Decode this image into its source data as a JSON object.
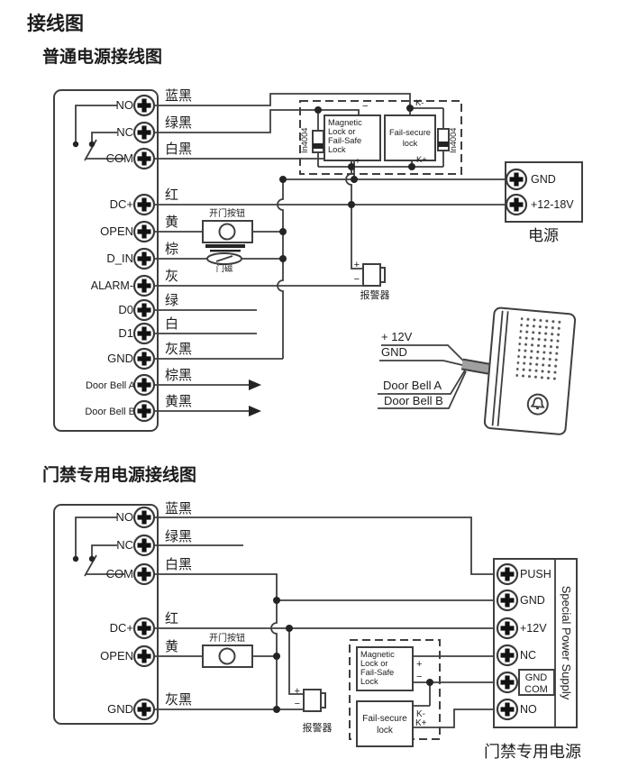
{
  "page": {
    "title": "接线图",
    "subtitle1": "普通电源接线图",
    "subtitle2": "门禁专用电源接线图"
  },
  "diagram1": {
    "terminals": {
      "no": "NO",
      "nc": "NC",
      "com": "COM",
      "dcp": "DC+",
      "open": "OPEN",
      "din": "D_IN",
      "alarm": "ALARM-",
      "d0": "D0",
      "d1": "D1",
      "gnd": "GND",
      "bella": "Door Bell A",
      "bellb": "Door Bell B"
    },
    "wires": {
      "no": "蓝黑",
      "nc": "绿黑",
      "com": "白黑",
      "dcp": "红",
      "open": "黄",
      "din": "棕",
      "alarm": "灰",
      "d0": "绿",
      "d1": "白",
      "gnd": "灰黑",
      "bella": "棕黑",
      "bellb": "黄黑"
    },
    "button_label": "开门按钮",
    "sensor_label": "门磁",
    "alarm_label": "报警器",
    "alarm_pos": "+",
    "alarm_neg": "−",
    "diode": "In4004",
    "lock1": [
      "Magnetic",
      "Lock or",
      "Fail-Safe",
      "Lock"
    ],
    "lock1_neg": "−",
    "lock1_pos": "+",
    "lock2": [
      "Fail-secure",
      "lock"
    ],
    "lock2_neg": "K-",
    "lock2_pos": "K+",
    "psu": {
      "t1": "GND",
      "t2": "+12-18V",
      "label": "电源"
    },
    "bell": {
      "l1": "+ 12V",
      "l2": "GND",
      "l3": "Door Bell A",
      "l4": "Door Bell B"
    }
  },
  "diagram2": {
    "terminals": {
      "no": "NO",
      "nc": "NC",
      "com": "COM",
      "dcp": "DC+",
      "open": "OPEN",
      "gnd": "GND"
    },
    "wires": {
      "no": "蓝黑",
      "nc": "绿黑",
      "com": "白黑",
      "dcp": "红",
      "open": "黄",
      "gnd": "灰黑"
    },
    "button_label": "开门按钮",
    "alarm_label": "报警器",
    "alarm_pos": "+",
    "alarm_neg": "−",
    "lock1": [
      "Magnetic",
      "Lock or",
      "Fail-Safe",
      "Lock"
    ],
    "lock1_pos": "+",
    "lock1_neg": "−",
    "lock2": [
      "Fail-secure",
      "lock"
    ],
    "lock2_kneg": "K-",
    "lock2_kpos": "K+",
    "psu": {
      "push": "PUSH",
      "gnd": "GND",
      "v12": "+12V",
      "nc": "NC",
      "gnd2": "GND",
      "com": "COM",
      "no": "NO",
      "side": "Special Power Supply",
      "label": "门禁专用电源"
    }
  }
}
